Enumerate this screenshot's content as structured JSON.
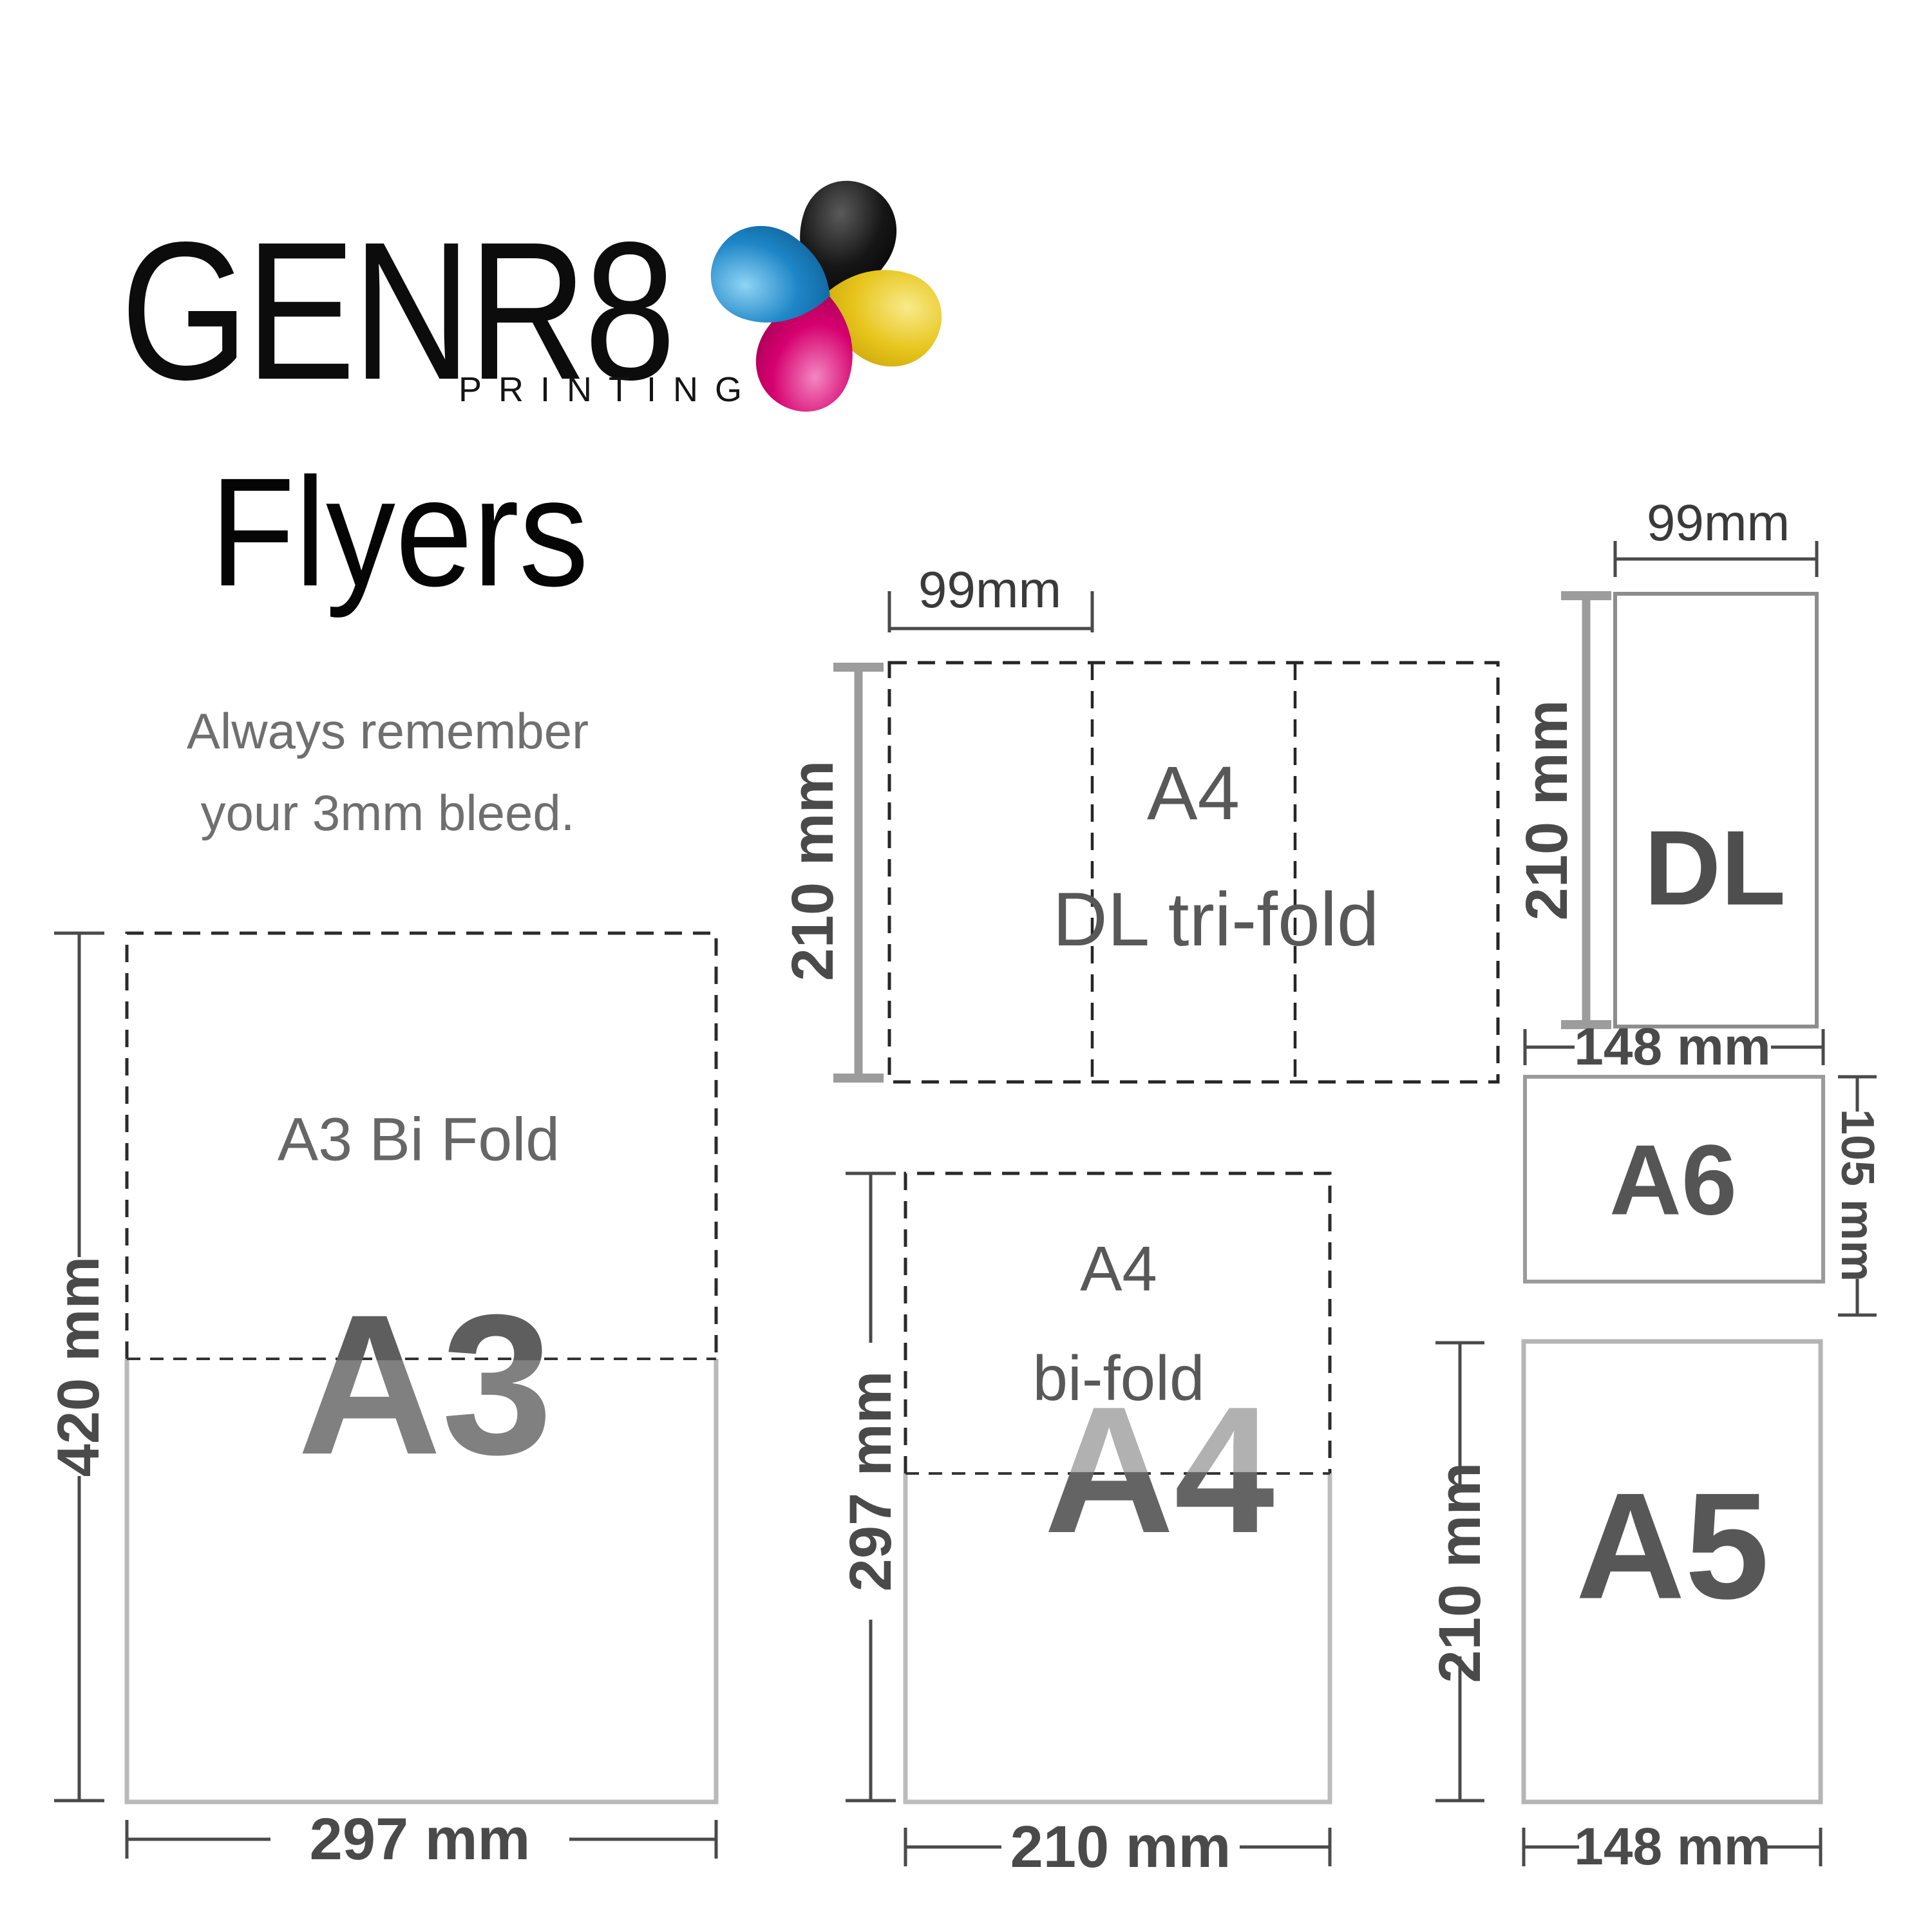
{
  "logo": {
    "brand": "GENR8",
    "tagline": "PRINTING",
    "icon": "cmyk-pinwheel",
    "petal_colors": {
      "black": "#141414",
      "cyan": "#1580c6",
      "yellow": "#e7c51c",
      "magenta": "#d6006f"
    }
  },
  "title": "Flyers",
  "note": {
    "line1": "Always remember",
    "line2": "your 3mm bleed."
  },
  "diagrams": {
    "a3_bifold": {
      "label": "A3 Bi Fold",
      "size": "A3",
      "height": "420 mm",
      "width": "297 mm"
    },
    "a4_trifold": {
      "label_line1": "A4",
      "label_line2": "DL tri-fold",
      "panel_width": "99mm",
      "height": "210 mm"
    },
    "dl": {
      "size": "DL",
      "width": "99mm",
      "height": "210 mm"
    },
    "a6": {
      "size": "A6",
      "width": "148 mm",
      "height": "105 mm"
    },
    "a4_bifold": {
      "label_line1": "A4",
      "label_line2": "bi-fold",
      "size": "A4",
      "height": "297 mm",
      "width": "210 mm"
    },
    "a5": {
      "size": "A5",
      "height": "210 mm",
      "width": "148 mm"
    }
  }
}
